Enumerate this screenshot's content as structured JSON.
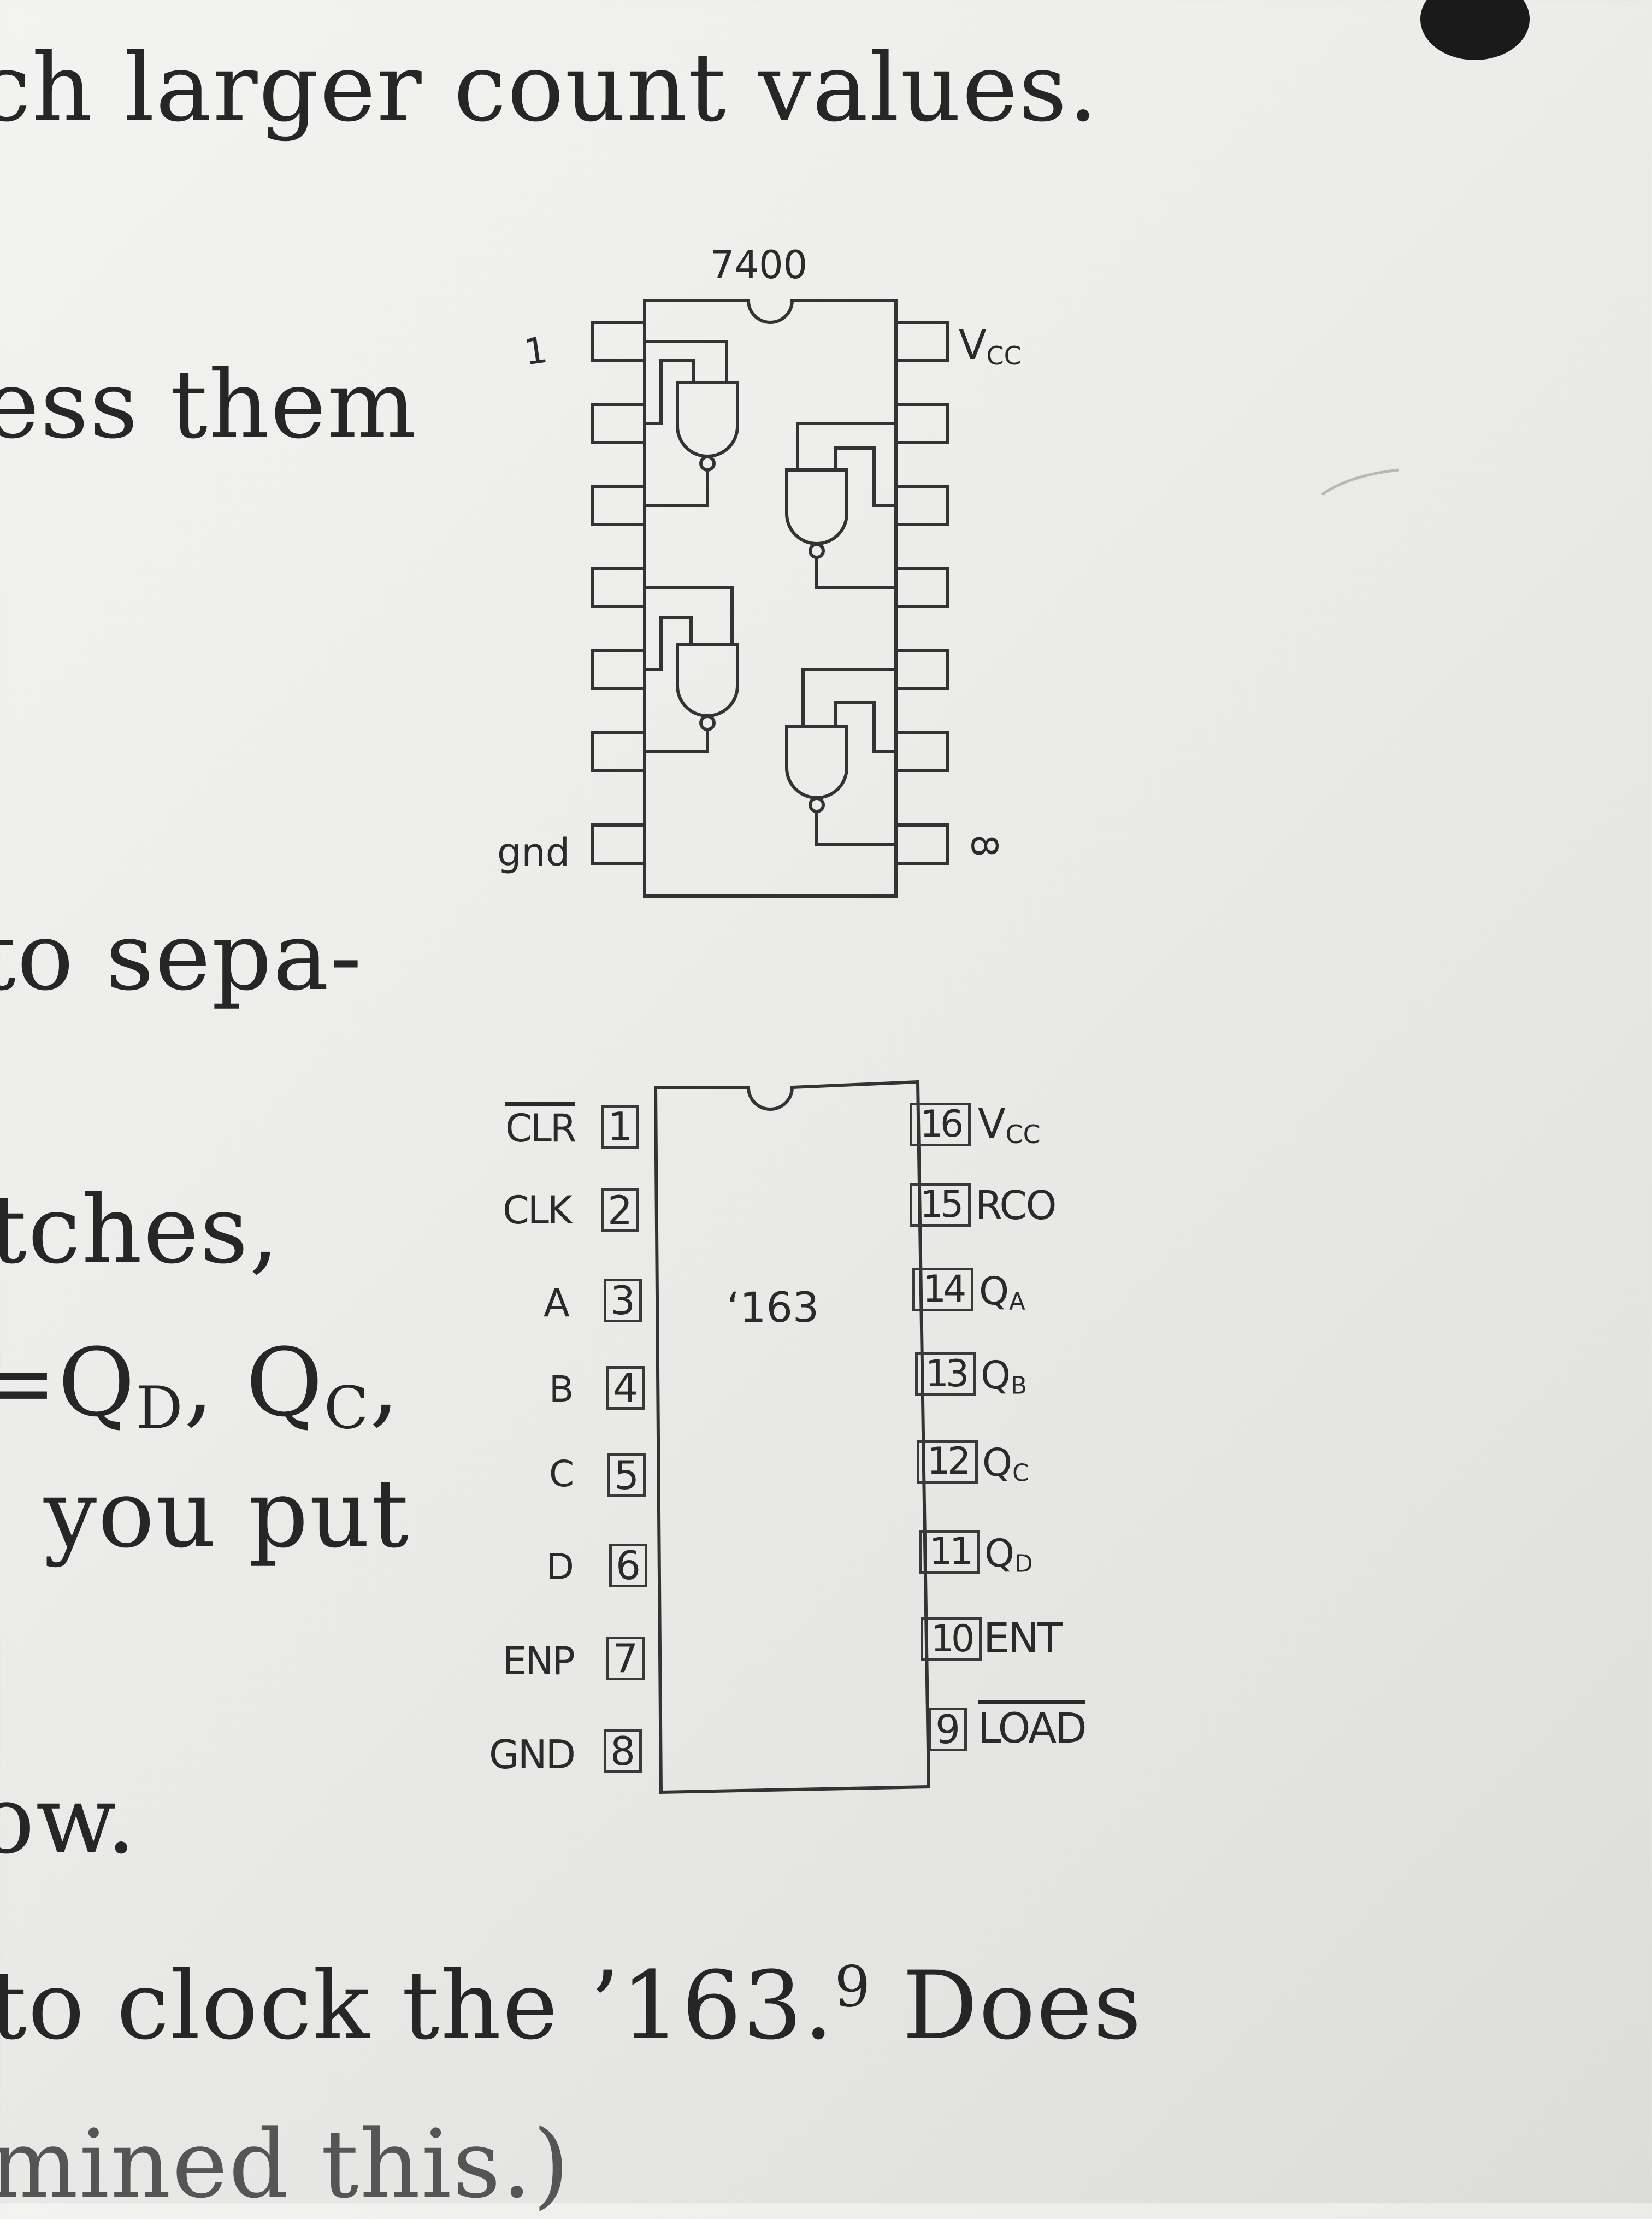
{
  "text_lines": {
    "line1": "ch larger count values.",
    "line2": "ess them",
    "line3": "to sepa-",
    "line4": "tches,",
    "line5": "=Q",
    "line5_sub1": "D",
    "line5_mid": ", Q",
    "line5_sub2": "C",
    "line5_end": ",",
    "line6": "you put",
    "line7": "ow.",
    "line8_a": "to clock the ’163.",
    "line8_sup": "9",
    "line8_b": " Does",
    "line9": "mined this.)"
  },
  "chip_7400": {
    "name": "7400",
    "pin1_label": "1",
    "gnd_label": "gnd",
    "vcc_label": "V",
    "vcc_sub": "CC",
    "pin8_label": "8"
  },
  "chip_163": {
    "name": "‘163",
    "left_pins": [
      {
        "label": "CLR",
        "num": "1",
        "overline": true
      },
      {
        "label": "CLK",
        "num": "2"
      },
      {
        "label": "A",
        "num": "3"
      },
      {
        "label": "B",
        "num": "4"
      },
      {
        "label": "C",
        "num": "5"
      },
      {
        "label": "D",
        "num": "6"
      },
      {
        "label": "ENP",
        "num": "7"
      },
      {
        "label": "GND",
        "num": "8"
      }
    ],
    "right_pins": [
      {
        "num": "16",
        "label": "V",
        "sub": "CC"
      },
      {
        "num": "15",
        "label": "RCO"
      },
      {
        "num": "14",
        "label": "Q",
        "sub": "A"
      },
      {
        "num": "13",
        "label": "Q",
        "sub": "B"
      },
      {
        "num": "12",
        "label": "Q",
        "sub": "C"
      },
      {
        "num": "11",
        "label": "Q",
        "sub": "D"
      },
      {
        "num": "10",
        "label": "ENT"
      },
      {
        "num": "9",
        "label": "LOAD",
        "overline": true
      }
    ]
  }
}
